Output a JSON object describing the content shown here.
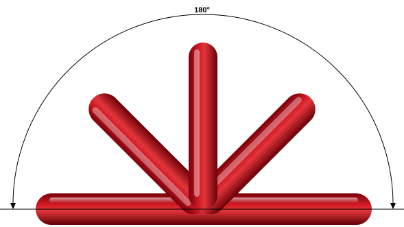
{
  "angle_label": "180°",
  "colors": {
    "background": "#ffffff",
    "arc": "#000000",
    "baseline": "#000000",
    "tube_dark": "#6e0008",
    "tube_mid": "#c0121c",
    "tube_light": "#e8454a",
    "highlight": "#ffffff"
  },
  "icons": {
    "left_arrow": "arrowhead-down-icon",
    "right_arrow": "arrowhead-down-icon"
  },
  "arms": [
    "horizontal-left",
    "diagonal-left",
    "vertical",
    "diagonal-right",
    "horizontal-right"
  ]
}
